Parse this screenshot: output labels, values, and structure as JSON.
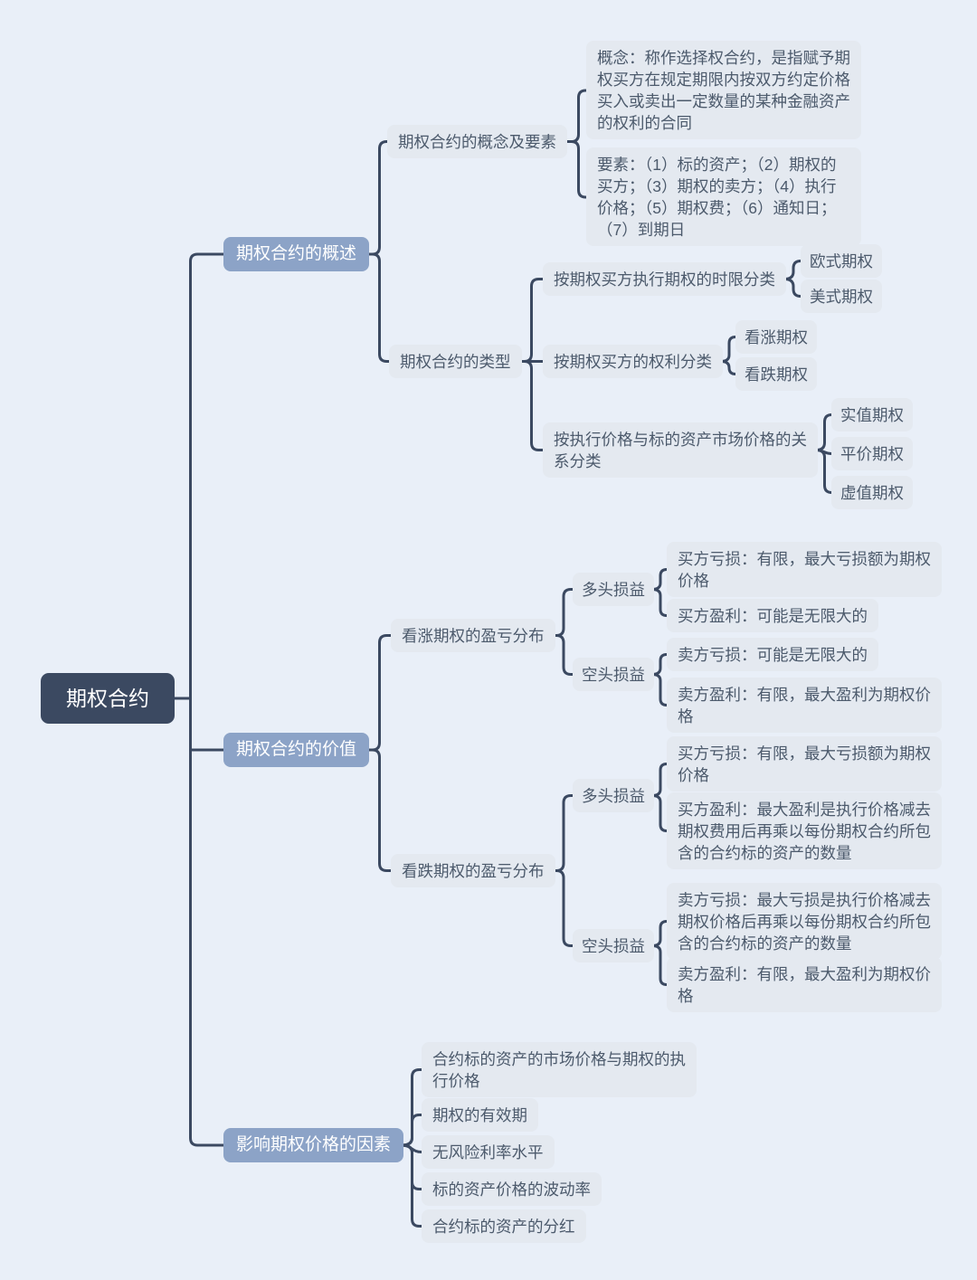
{
  "palette": {
    "background": "#E9EFF8",
    "root_bg": "#3B4961",
    "branch_bg": "#8CA3C7",
    "leaf_bg": "#E4E9F0",
    "leaf_text": "#4C5A6C",
    "line": "#3B4961",
    "light_text": "#FFFFFF"
  },
  "root": {
    "label": "期权合约"
  },
  "branches": [
    {
      "label": "期权合约的概述",
      "children": [
        {
          "label": "期权合约的概念及要素",
          "children": [
            {
              "label": "概念：称作选择权合约，是指赋予期权买方在规定期限内按双方约定价格买入或卖出一定数量的某种金融资产的权利的合同"
            },
            {
              "label": "要素：（1）标的资产；（2）期权的买方；（3）期权的卖方；（4）执行价格；（5）期权费；（6）通知日；（7）到期日"
            }
          ]
        },
        {
          "label": "期权合约的类型",
          "children": [
            {
              "label": "按期权买方执行期权的时限分类",
              "children": [
                {
                  "label": "欧式期权"
                },
                {
                  "label": "美式期权"
                }
              ]
            },
            {
              "label": "按期权买方的权利分类",
              "children": [
                {
                  "label": "看涨期权"
                },
                {
                  "label": "看跌期权"
                }
              ]
            },
            {
              "label": "按执行价格与标的资产市场价格的关系分类",
              "children": [
                {
                  "label": "实值期权"
                },
                {
                  "label": "平价期权"
                },
                {
                  "label": "虚值期权"
                }
              ]
            }
          ]
        }
      ]
    },
    {
      "label": "期权合约的价值",
      "children": [
        {
          "label": "看涨期权的盈亏分布",
          "children": [
            {
              "label": "多头损益",
              "children": [
                {
                  "label": "买方亏损：有限，最大亏损额为期权价格"
                },
                {
                  "label": "买方盈利：可能是无限大的"
                }
              ]
            },
            {
              "label": "空头损益",
              "children": [
                {
                  "label": "卖方亏损：可能是无限大的"
                },
                {
                  "label": "卖方盈利：有限，最大盈利为期权价格"
                }
              ]
            }
          ]
        },
        {
          "label": "看跌期权的盈亏分布",
          "children": [
            {
              "label": "多头损益",
              "children": [
                {
                  "label": "买方亏损：有限，最大亏损额为期权价格"
                },
                {
                  "label": "买方盈利：最大盈利是执行价格减去期权费用后再乘以每份期权合约所包含的合约标的资产的数量"
                }
              ]
            },
            {
              "label": "空头损益",
              "children": [
                {
                  "label": "卖方亏损：最大亏损是执行价格减去期权价格后再乘以每份期权合约所包含的合约标的资产的数量"
                },
                {
                  "label": "卖方盈利：有限，最大盈利为期权价格"
                }
              ]
            }
          ]
        }
      ]
    },
    {
      "label": "影响期权价格的因素",
      "children": [
        {
          "label": "合约标的资产的市场价格与期权的执行价格"
        },
        {
          "label": "期权的有效期"
        },
        {
          "label": "无风险利率水平"
        },
        {
          "label": "标的资产价格的波动率"
        },
        {
          "label": "合约标的资产的分红"
        }
      ]
    }
  ]
}
